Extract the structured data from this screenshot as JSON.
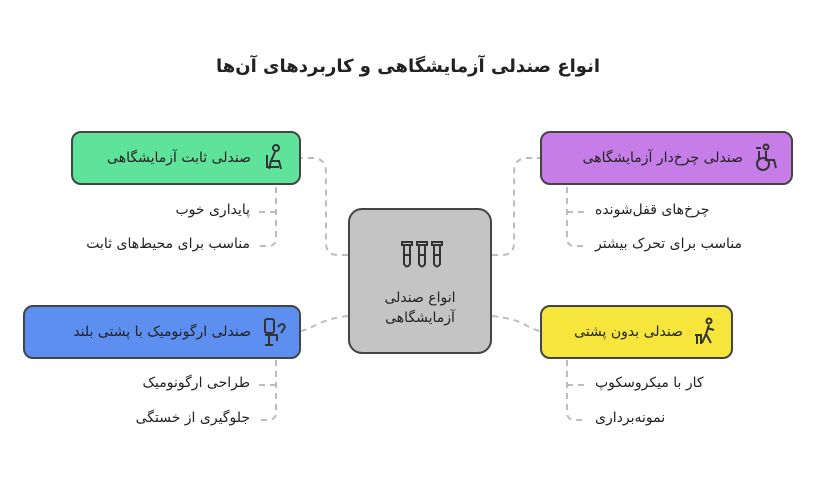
{
  "title": "انواع صندلی آزمایشگاهی و کاربردهای آن‌ها",
  "center": {
    "label_line1": "انواع صندلی",
    "label_line2": "آزمایشگاهی",
    "icon": "test-tubes-icon"
  },
  "nodes": [
    {
      "key": "fixed",
      "label": "صندلی ثابت آزمایشگاهی",
      "color": "#5fe39b",
      "icon": "seated-person-icon",
      "bullets": [
        "پایداری خوب",
        "مناسب برای محیط‌های ثابت"
      ]
    },
    {
      "key": "wheeled",
      "label": "صندلی چرخ‌دار آزمایشگاهی",
      "color": "#c77de8",
      "icon": "wheelchair-icon",
      "bullets": [
        "چرخ‌های قفل‌شونده",
        "مناسب برای تحرک بیشتر"
      ]
    },
    {
      "key": "ergonomic",
      "label": "صندلی ارگونومیک با پشتی بلند",
      "color": "#5c8ff0",
      "icon": "ergonomic-chair-icon",
      "bullets": [
        "طراحی ارگونومیک",
        "جلوگیری از خستگی"
      ]
    },
    {
      "key": "backless",
      "label": "صندلی بدون پشتی",
      "color": "#f6e63c",
      "icon": "person-stool-icon",
      "bullets": [
        "کار با میکروسکوپ",
        "نمونه‌برداری"
      ]
    }
  ]
}
